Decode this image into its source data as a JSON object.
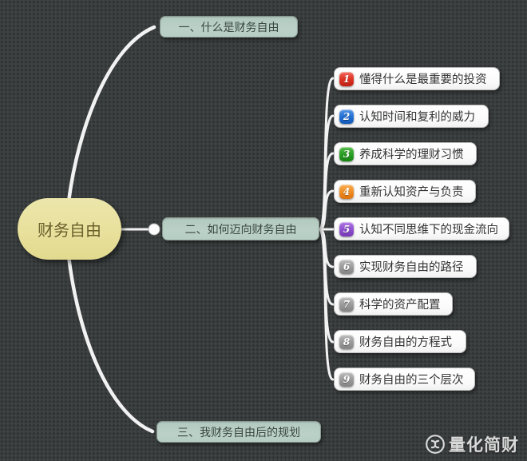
{
  "app": {
    "type": "mindmap",
    "watermark_text": "量化简财"
  },
  "root": {
    "label": "财务自由",
    "fill": "#e8e09c",
    "text_color": "#6b5f2c"
  },
  "branches": [
    {
      "label": "一、什么是财务自由",
      "fill": "#b6cdc4",
      "text_color": "#39453f"
    },
    {
      "label": "二、如何迈向财务自由",
      "fill": "#b6cdc4",
      "text_color": "#39453f"
    },
    {
      "label": "三、我财务自由后的规划",
      "fill": "#b6cdc4",
      "text_color": "#39453f"
    }
  ],
  "subtopics": [
    {
      "num": "1",
      "label": "懂得什么是最重要的投资",
      "badge_color": "#dd3425"
    },
    {
      "num": "2",
      "label": "认知时间和复利的威力",
      "badge_color": "#2470d4"
    },
    {
      "num": "3",
      "label": "养成科学的理财习惯",
      "badge_color": "#2a9e24"
    },
    {
      "num": "4",
      "label": "重新认知资产与负责",
      "badge_color": "#ef8d24"
    },
    {
      "num": "5",
      "label": "认知不同思维下的现金流向",
      "badge_color": "#9051cf"
    },
    {
      "num": "6",
      "label": "实现财务自由的路径",
      "badge_color": "#9b9b9b"
    },
    {
      "num": "7",
      "label": "科学的资产配置",
      "badge_color": "#9b9b9b"
    },
    {
      "num": "8",
      "label": "财务自由的方程式",
      "badge_color": "#9b9b9b"
    },
    {
      "num": "9",
      "label": "财务自由的三个层次",
      "badge_color": "#9b9b9b"
    }
  ],
  "colors": {
    "background": "#3a3e3e",
    "connector": "#f2f2f2",
    "subtopic_bg": "#fafafa",
    "subtopic_text": "#333333"
  }
}
